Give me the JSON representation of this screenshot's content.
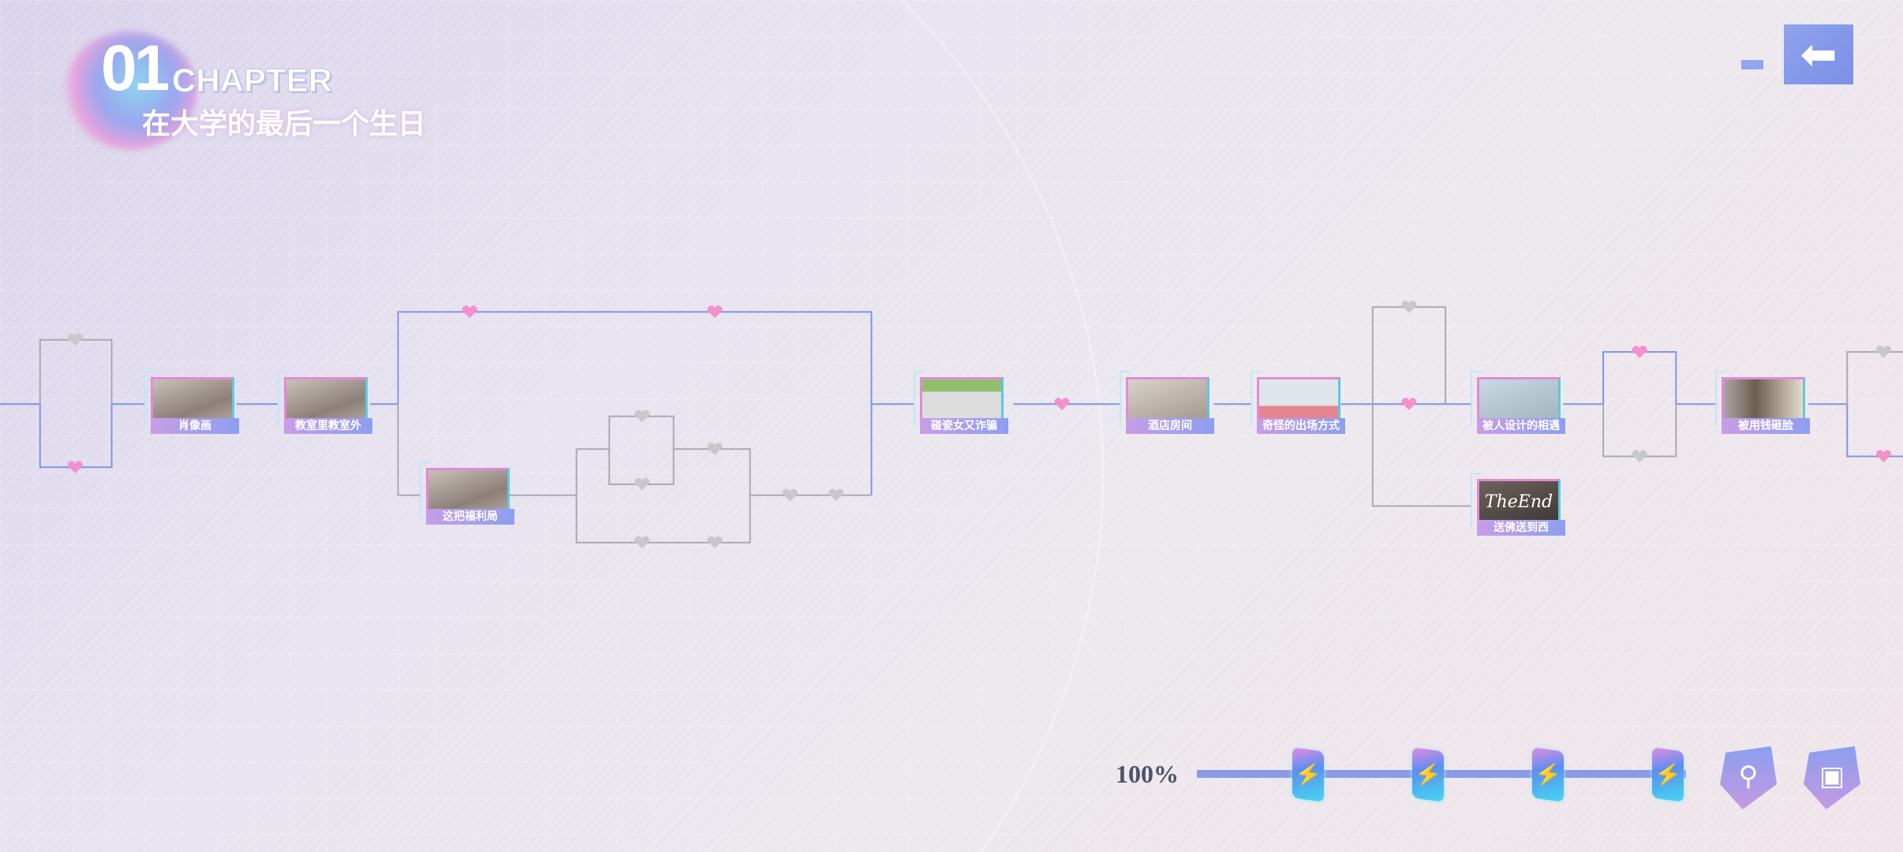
{
  "header": {
    "chapter_number": "01",
    "chapter_word": "CHAPTER",
    "chapter_title": "在大学的最后一个生日"
  },
  "back_button": {
    "icon": "arrow-left-icon"
  },
  "nodes": [
    {
      "label": "肖像画"
    },
    {
      "label": "教室里教室外"
    },
    {
      "label": "这把福利局"
    },
    {
      "label": "碰瓷女又诈骗"
    },
    {
      "label": "酒店房间"
    },
    {
      "label": "奇怪的出场方式"
    },
    {
      "label": "被人设计的相遇"
    },
    {
      "label": "送佛送到西",
      "image_text": "TheEnd"
    },
    {
      "label": "被用钱砸脸"
    }
  ],
  "progress": {
    "percent_label": "100%",
    "value": 100,
    "battery_count": 4
  },
  "bottom_buttons": {
    "map_icon": "map-pin-icon",
    "box_icon": "treasure-box-icon"
  },
  "colors": {
    "path_active": "#7f95e6",
    "path_inactive": "#a9a9b4",
    "heart_active": "#f58fcf",
    "heart_inactive": "#c8c8cc"
  }
}
